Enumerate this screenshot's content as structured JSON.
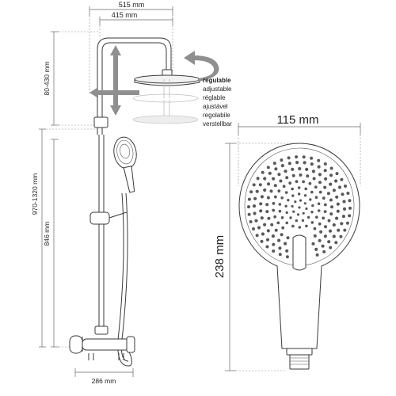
{
  "dimensions": {
    "top_width": "515 mm",
    "arm_width": "415 mm",
    "height_top": "80-430 mm",
    "height_column": "970-1320 mm",
    "height_bottom": "846 mm",
    "base_width": "286 mm",
    "hand_width": "115 mm",
    "hand_height": "238 mm"
  },
  "adjustable_labels": [
    "regulable",
    "adjustable",
    "réglable",
    "ajustável",
    "regolabile",
    "verstellbar"
  ],
  "colors": {
    "line": "#3a3a3a",
    "arrow": "#8f8f8f",
    "spray_holes": "#595959",
    "ghost": "#bdbdbd"
  },
  "icons": [
    "height-adjust-arrow-icon",
    "rotation-arrow-icon"
  ]
}
